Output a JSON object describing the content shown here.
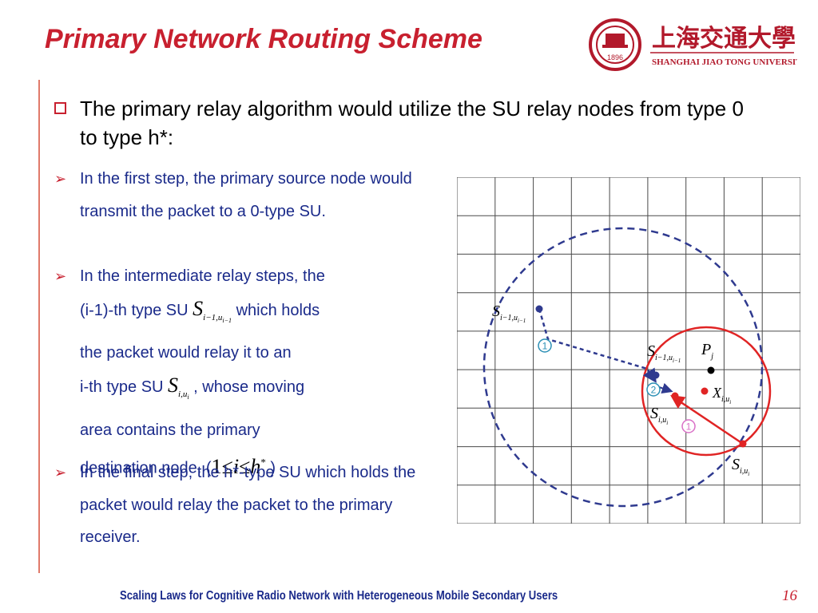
{
  "title": "Primary Network Routing Scheme",
  "logo": {
    "chinese": "上海交通大學",
    "english": "SHANGHAI JIAO TONG UNIVERSITY",
    "year": "1896"
  },
  "lead": "The primary relay algorithm would utilize the SU relay nodes from type 0 to type h*:",
  "bullets": {
    "b1": "In the first step, the primary source node would transmit the packet to a 0-type SU.",
    "b2": {
      "l1": "In the intermediate relay steps, the",
      "l2a": "(i-1)-th type SU",
      "l2b": "which holds",
      "l3": "the packet would relay it to an",
      "l4a": "i-th type SU",
      "l4b": ", whose moving",
      "l5": "area contains the primary",
      "l6a": "destination node. (",
      "l6b": ")"
    },
    "b3": "In the final step, the h*-type SU which holds the packet would  relay the packet to the primary receiver."
  },
  "math": {
    "s_prev_main": "S",
    "s_prev_sub": "i−1,u",
    "s_prev_subsub": "i−1",
    "s_i_main": "S",
    "s_i_sub": "i",
    "s_i_sub2": ",u",
    "s_i_subsub": "i",
    "range_one": "1",
    "range_leq": "≤",
    "range_i": "i",
    "range_h": "h",
    "range_star": "*"
  },
  "figure": {
    "lbl_s_prev": "S",
    "lbl_s_prev_sub": "i−1,u",
    "lbl_s_prev_subsub": "i−1",
    "lbl_s_mid": "S",
    "lbl_s_mid_sub": "i−1,u",
    "lbl_s_mid_subsub": "i−1",
    "lbl_p": "P",
    "lbl_p_sub": "j",
    "lbl_x": "X",
    "lbl_x_sub": "i,u",
    "lbl_x_subsub": "i",
    "lbl_s_i": "S",
    "lbl_s_i_sub": "i,u",
    "lbl_s_i_subsub": "i",
    "lbl_s_i2": "S",
    "lbl_s_i2_sub": "i,u",
    "lbl_s_i2_subsub": "i",
    "step1": "1",
    "step2": "2",
    "step1b": "1",
    "colors": {
      "dashed": "#2f3a8f",
      "red": "#e02424",
      "teal": "#2b8fb5",
      "pink": "#d96fc6",
      "grid": "#4a4a4a"
    }
  },
  "footer": "Scaling Laws for Cognitive Radio Network with Heterogeneous Mobile Secondary Users",
  "page_number": "16"
}
